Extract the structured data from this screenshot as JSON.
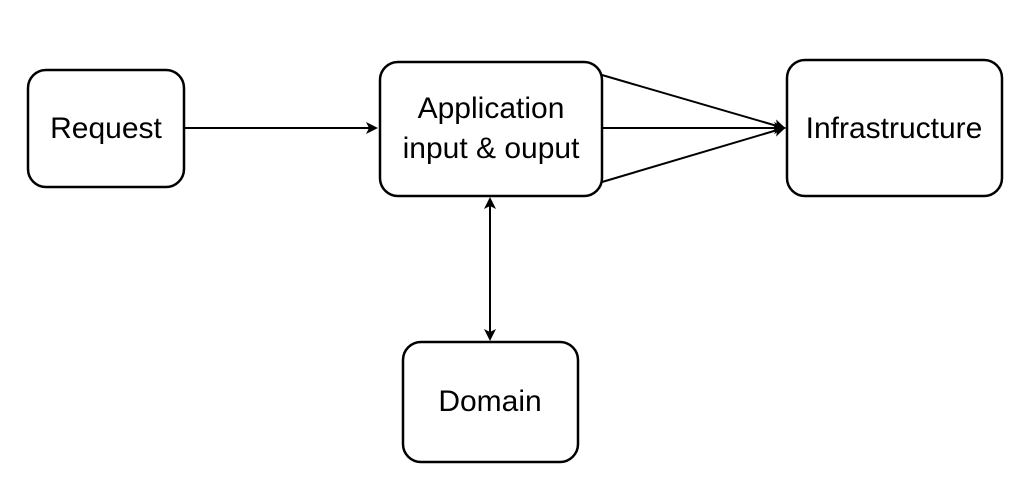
{
  "diagram": {
    "nodes": {
      "request": {
        "label": "Request"
      },
      "application": {
        "label_line1": "Application",
        "label_line2": "input & ouput"
      },
      "infrastructure": {
        "label": "Infrastructure"
      },
      "domain": {
        "label": "Domain"
      }
    },
    "edges": [
      {
        "from": "Request",
        "to": "Application input & ouput",
        "direction": "forward"
      },
      {
        "from": "Application input & ouput",
        "to": "Infrastructure",
        "direction": "forward"
      },
      {
        "from": "Application input & ouput",
        "to": "Infrastructure",
        "direction": "forward"
      },
      {
        "from": "Application input & ouput",
        "to": "Infrastructure",
        "direction": "forward"
      },
      {
        "from": "Application input & ouput",
        "to": "Domain",
        "direction": "bidirectional"
      }
    ],
    "colors": {
      "stroke": "#000000",
      "fill": "#ffffff",
      "text": "#000000"
    }
  }
}
